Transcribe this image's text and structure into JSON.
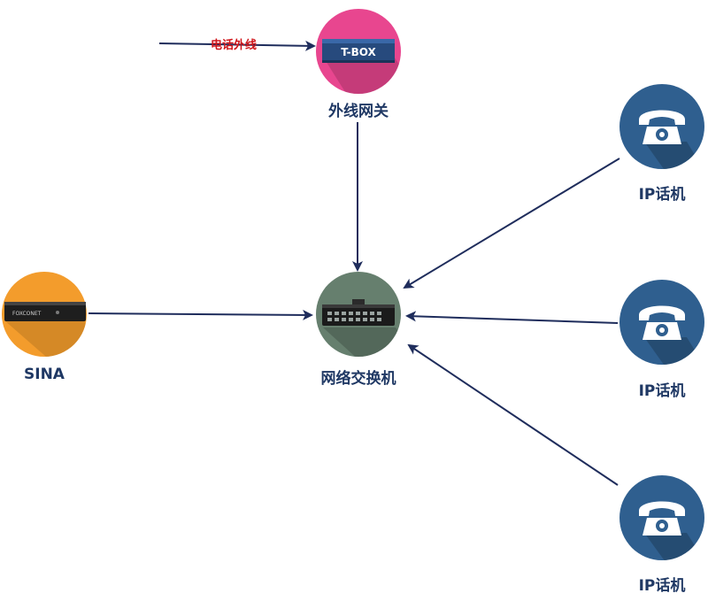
{
  "nodes": {
    "tbox": {
      "label": "外线网关",
      "device_text": "T-BOX",
      "color": "#e8468f"
    },
    "switch": {
      "label": "网络交换机",
      "color": "#667f6e"
    },
    "sina": {
      "label": "SINA",
      "device_text": "FOXCONET",
      "color": "#f39c2c"
    },
    "phones": [
      {
        "label": "IP话机",
        "color": "#2f5f8f"
      },
      {
        "label": "IP话机",
        "color": "#2f5f8f"
      },
      {
        "label": "IP话机",
        "color": "#2f5f8f"
      }
    ]
  },
  "edges": {
    "incoming_label": "电话外线",
    "line_color": "#1f2d5c",
    "label_color": "#d0161b"
  }
}
